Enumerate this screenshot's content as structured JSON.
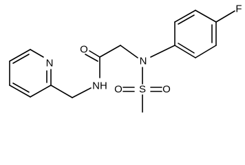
{
  "molecule": {
    "atom_labels": {
      "fluorine": "F",
      "carbonyl_oxygen": "O",
      "sulfonamide_nitrogen": "N",
      "amide_nh": "NH",
      "pyridine_nitrogen": "N",
      "sulfur": "S",
      "sulfonyl_oxygen_left": "O",
      "sulfonyl_oxygen_right": "O"
    }
  }
}
